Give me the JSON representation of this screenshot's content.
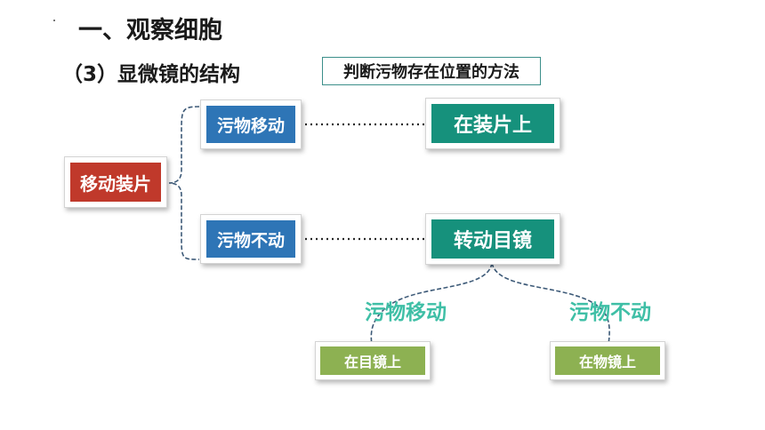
{
  "section_title": "一、观察细胞",
  "subtitle": "（3）显微镜的结构",
  "method_title": "判断污物存在位置的方法",
  "nodes": {
    "move_slide": "移动装片",
    "dirt_moves": "污物移动",
    "dirt_static": "污物不动",
    "on_slide": "在装片上",
    "rotate_eyepiece": "转动目镜",
    "on_eyepiece": "在目镜上",
    "on_objective": "在物镜上"
  },
  "branch_labels": {
    "left": "污物移动",
    "right": "污物不动"
  },
  "colors": {
    "red": "#c0392b",
    "blue": "#2e75b6",
    "teal": "#16917c",
    "green": "#8db152",
    "branch_text": "#3fbfa6",
    "connector": "#3d5a78"
  }
}
